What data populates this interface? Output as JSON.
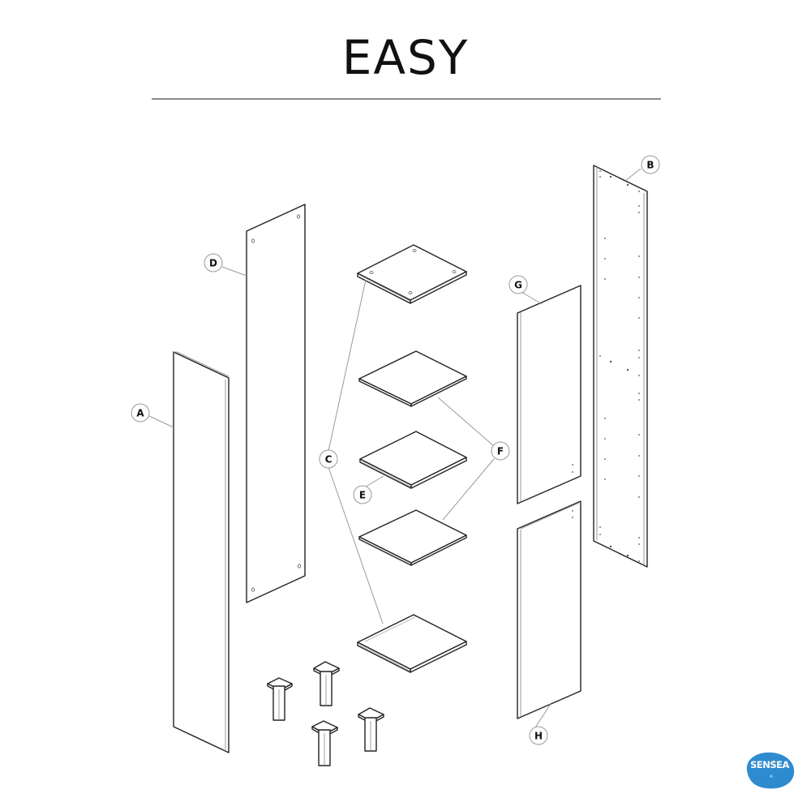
{
  "header": {
    "title": "EASY"
  },
  "parts": [
    {
      "label": "A",
      "description": "tall side panel (plain)"
    },
    {
      "label": "B",
      "description": "tall side panel with pre-drilled holes"
    },
    {
      "label": "C",
      "description": "top and bottom panels with cam holes"
    },
    {
      "label": "D",
      "description": "back panel with corner holes"
    },
    {
      "label": "E",
      "description": "fixed middle shelf with edge holes"
    },
    {
      "label": "F",
      "description": "adjustable shelves"
    },
    {
      "label": "G",
      "description": "upper door"
    },
    {
      "label": "H",
      "description": "lower door"
    }
  ],
  "callouts": {
    "A": "A",
    "B": "B",
    "C": "C",
    "D": "D",
    "E": "E",
    "F": "F",
    "G": "G",
    "H": "H"
  },
  "legs": {
    "count": 4,
    "description": "square furniture legs with mounting plates"
  },
  "logo": {
    "text": "SENSEA",
    "color": "#2e8bd0"
  },
  "colors": {
    "line": "#222222",
    "leader": "#9a9a9a",
    "rule": "#8a8a8a",
    "brand": "#2e8bd0"
  }
}
